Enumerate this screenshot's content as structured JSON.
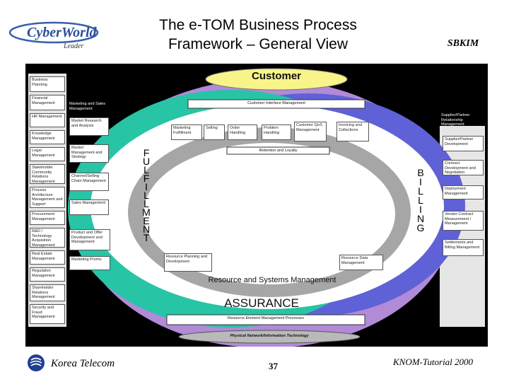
{
  "header": {
    "logo_text": "CyberWorld",
    "logo_subtext": "Leader",
    "title_line1": "The e-TOM Business Process",
    "title_line2": "Framework – General View",
    "author": "SBKIM"
  },
  "diagram": {
    "customer": "Customer",
    "customer_interface": "Customer Interface Management",
    "retention": "Retention and Loyalty",
    "resource_systems": "Resource and Systems Management",
    "assurance": "ASSURANCE",
    "resource_element": "Resource Element Management Processes",
    "physical_network": "Physical Network/Information Technology",
    "fulfillment_letters": [
      "F",
      "U",
      "L",
      "F",
      "I",
      "L",
      "L",
      "M",
      "E",
      "N",
      "T"
    ],
    "billing_letters": [
      "B",
      "I",
      "L",
      "L",
      "I",
      "N",
      "G"
    ],
    "left_column": [
      "Business Planning",
      "Financial Management",
      "HR Management",
      "Knowledge Management",
      "Legal Management",
      "Stakeholder Community Relations Management",
      "Process Architecture Management and Support",
      "Procurement Management",
      "R&D / Technology Acquisition Management",
      "Real Estate Management",
      "Regulation Management",
      "Shareholder Relations Management",
      "Security and Fraud Management"
    ],
    "marketing_header": "Marketing and Sales Management",
    "marketing_items": [
      "Market Research and Analysis",
      "Market Management and Strategy",
      "Channel/Selling Chain Management",
      "Sales Management",
      "Product and Offer Development and Management",
      "Marketing Promo"
    ],
    "inner_boxes": [
      "Marketing Fulfillment",
      "Selling",
      "Order Handling",
      "Problem Handling",
      "Customer QoS Management",
      "Invoicing and Collections"
    ],
    "resource_planning": "Resource Planning and Development",
    "resource_data": "Resource Data Management",
    "right_header": "Supplier/Partner Relationship Management",
    "right_items": [
      "Supplier/Partner Development",
      "Contract Development and Negotiation",
      "Deployment Management",
      "Vendor Contract Measurement / Management",
      "Settlements and Billing Management"
    ]
  },
  "footer": {
    "company": "Korea Telecom",
    "page": "37",
    "event": "KNOM-Tutorial 2000"
  }
}
